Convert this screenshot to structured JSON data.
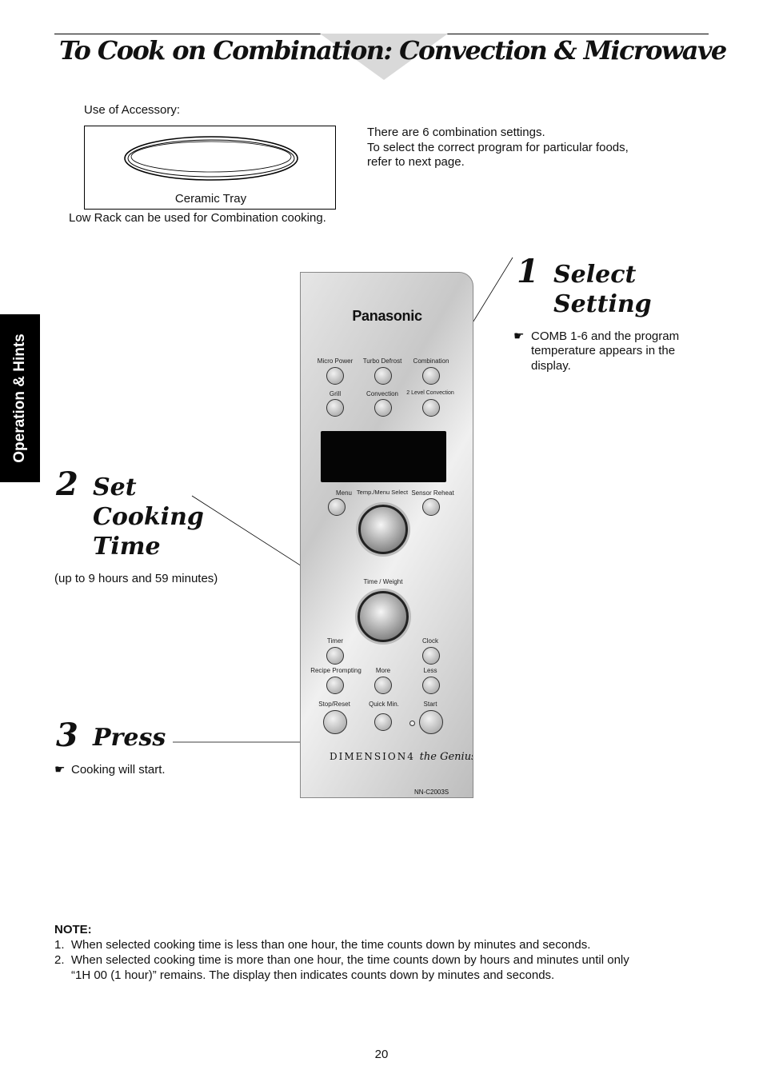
{
  "title": "To Cook on Combination: Convection & Microwave",
  "accessory": {
    "heading": "Use of Accessory:",
    "item_label": "Ceramic Tray",
    "rack_note": "Low Rack can be used for Combination cooking."
  },
  "intro": {
    "line1": "There are 6 combination settings.",
    "line2": "To select the correct program for particular foods,",
    "line3": "refer to next page."
  },
  "side_tab": "Operation & Hints",
  "steps": [
    {
      "number": "1",
      "line1": "Select",
      "line2": "Setting",
      "line3": "",
      "bullet_icon": "pointing-hand-icon",
      "detail_lines": [
        "COMB 1-6 and the program",
        "temperature appears in the",
        "display."
      ]
    },
    {
      "number": "2",
      "line1": "Set",
      "line2": "Cooking",
      "line3": "Time",
      "detail": "(up to 9 hours and 59 minutes)"
    },
    {
      "number": "3",
      "line1": "Press",
      "bullet_icon": "pointing-hand-icon",
      "detail": "Cooking will start."
    }
  ],
  "panel": {
    "brand": "Panasonic",
    "row1": [
      "Micro Power",
      "Turbo Defrost",
      "Combination"
    ],
    "row2": [
      "Grill",
      "Convection",
      "2 Level Convection"
    ],
    "row3": [
      "Menu",
      "Temp./Menu Select",
      "Sensor Reheat"
    ],
    "dial_label": "Time / Weight",
    "row4": [
      "Timer",
      "Clock"
    ],
    "row5": [
      "Recipe Prompting",
      "More",
      "Less"
    ],
    "row6": [
      "Stop/Reset",
      "Quick Min.",
      "Start"
    ],
    "dimension_text": "DIMENSION4",
    "genius_text": "the Genius",
    "model": "NN-C2003S"
  },
  "note": {
    "heading": "NOTE:",
    "items": [
      "When selected cooking time is less than one hour, the time counts down by minutes and seconds.",
      "When selected cooking time is more than one hour, the time counts down by hours and minutes until only",
      "“1H 00 (1 hour)” remains. The display then indicates counts down by minutes and seconds."
    ]
  },
  "page_number": "20"
}
